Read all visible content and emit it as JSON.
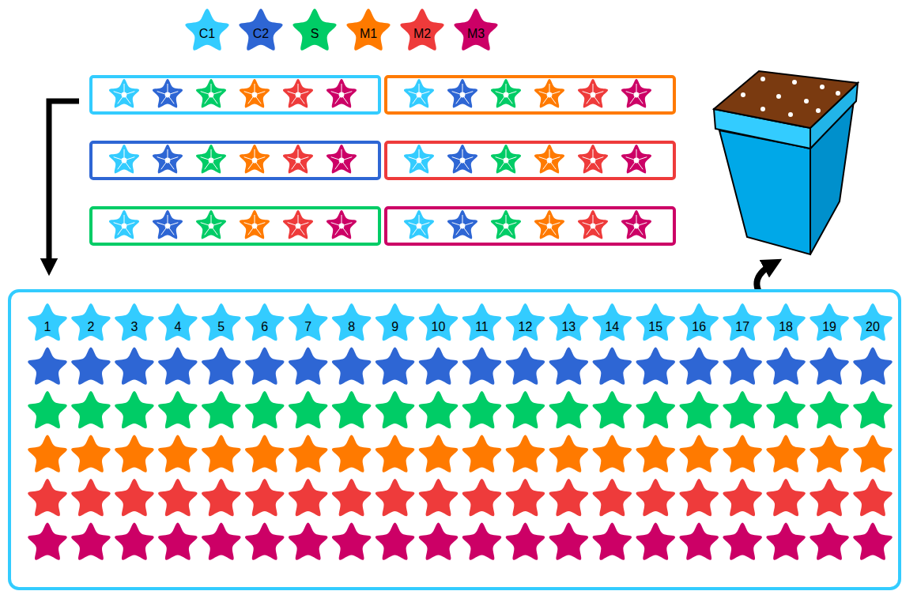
{
  "diagram": {
    "labels": [
      "1",
      "2",
      "3",
      "4",
      "5",
      "6",
      "7",
      "8",
      "9",
      "10",
      "11",
      "12",
      "13",
      "14",
      "15",
      "16",
      "17",
      "18",
      "19",
      "20"
    ],
    "legend": [
      {
        "text": "C1",
        "color": "#33ccff"
      },
      {
        "text": "C2",
        "color": "#2e66d4"
      },
      {
        "text": "S",
        "color": "#00cc66"
      },
      {
        "text": "M1",
        "color": "#ff7a00"
      },
      {
        "text": "M2",
        "color": "#ee3b3b"
      },
      {
        "text": "M3",
        "color": "#cc0066"
      }
    ]
  }
}
